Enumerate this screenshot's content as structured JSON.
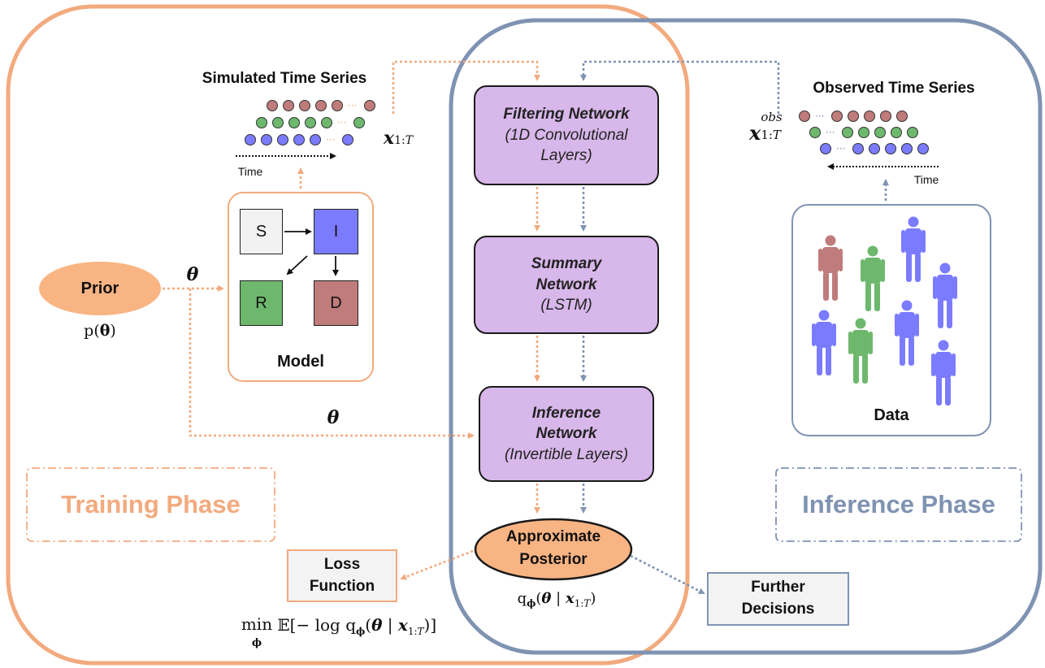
{
  "phases": {
    "training": "Training Phase",
    "inference": "Inference Phase"
  },
  "prior": {
    "label": "Prior",
    "distribution": "p(θ)"
  },
  "theta": {
    "symbol": "θ"
  },
  "simulated": {
    "title": "Simulated Time Series",
    "time_label": "Time",
    "symbol": "x1:T"
  },
  "observed": {
    "title": "Observed Time Series",
    "time_label": "Time",
    "symbol": "x1:T",
    "superscript": "obs"
  },
  "model": {
    "label": "Model",
    "states": [
      "S",
      "I",
      "R",
      "D"
    ]
  },
  "networks": {
    "filtering": {
      "name": "Filtering Network",
      "detail_1": "(1D Convolutional",
      "detail_2": "Layers)"
    },
    "summary": {
      "name_1": "Summary",
      "name_2": "Network",
      "detail": "(LSTM)"
    },
    "inference": {
      "name_1": "Inference",
      "name_2": "Network",
      "detail": "(Invertible Layers)"
    }
  },
  "posterior": {
    "label_1": "Approximate",
    "label_2": "Posterior",
    "formula": "qϕ(θ | x1:T)"
  },
  "loss": {
    "label_1": "Loss",
    "label_2": "Function",
    "objective": "min ϕ 𝔼[− log qϕ(θ | x1:T)]"
  },
  "decisions": {
    "label_1": "Further",
    "label_2": "Decisions"
  },
  "data": {
    "label": "Data"
  },
  "colors": {
    "training": "#f2aa7e",
    "inference": "#7f93b2",
    "network_fill": "#d8b7ea",
    "state_s": "#f2f2f2",
    "state_i": "#7b7bff",
    "state_r": "#6db86d",
    "state_d": "#c07b7b"
  }
}
